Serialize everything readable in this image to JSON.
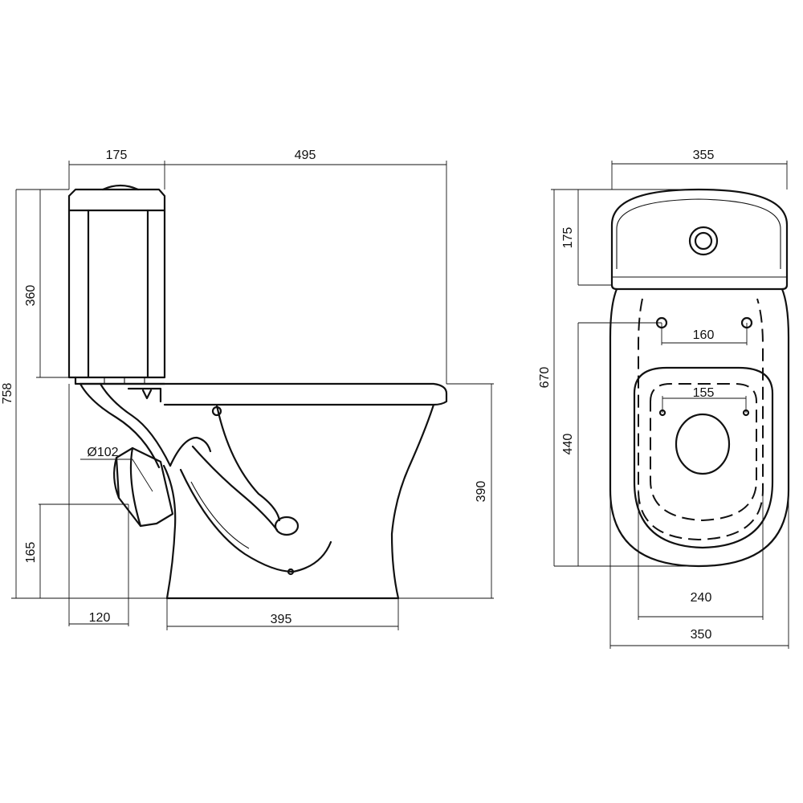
{
  "side_view": {
    "dimensions": {
      "tank_depth": "175",
      "bowl_projection": "495",
      "total_height": "758",
      "tank_height": "360",
      "outlet_diameter": "Ø102",
      "outlet_height": "165",
      "outlet_offset": "120",
      "base_length": "395",
      "rim_height": "390"
    }
  },
  "top_view": {
    "dimensions": {
      "tank_width": "355",
      "tank_depth": "175",
      "total_depth": "670",
      "bowl_depth": "440",
      "hinge_spacing": "160",
      "floor_fixing_spacing": "155",
      "inner_width": "240",
      "bowl_width": "350"
    }
  },
  "colors": {
    "line": "#111111",
    "background": "#ffffff"
  }
}
